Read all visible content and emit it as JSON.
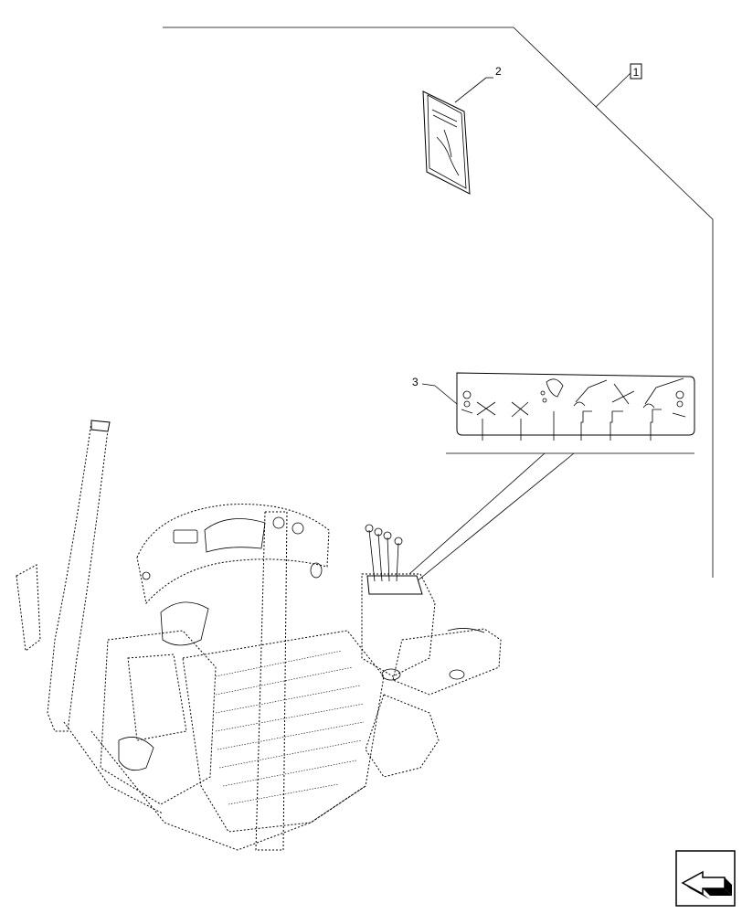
{
  "callouts": [
    {
      "id": "callout-1",
      "label": "1",
      "boxed": true
    },
    {
      "id": "callout-2",
      "label": "2",
      "boxed": false
    },
    {
      "id": "callout-3",
      "label": "3",
      "boxed": false
    }
  ],
  "parts": {
    "manual": "operator-manual",
    "decal": "control-decal",
    "assembly": "operator-platform-cab"
  },
  "icons": {
    "navigation": "next-page-arrow-icon"
  }
}
